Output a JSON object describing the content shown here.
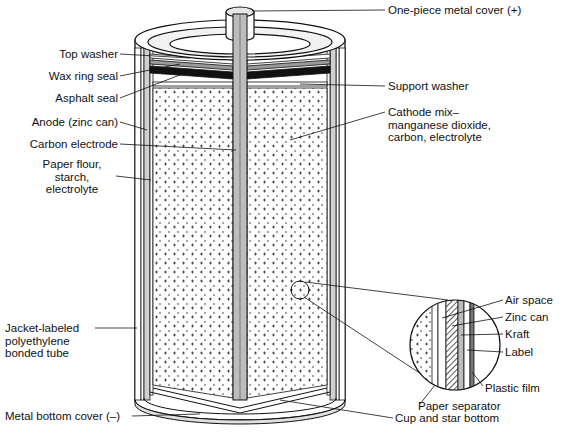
{
  "diagram": {
    "labels": [
      "One-piece metal cover (+)",
      "Top washer",
      "Wax ring seal",
      "Asphalt seal",
      "Anode (zinc can)",
      "Carbon electrode",
      "Paper flour, starch, electrolyte",
      "Jacket-labeled polyethylene bonded tube",
      "Metal bottom cover (–)",
      "Support washer",
      "Cathode mix– manganese dioxide, carbon, electrolyte",
      "Air space",
      "Zinc can",
      "Kraft",
      "Label",
      "Plastic film",
      "Paper separator",
      "Cup and star bottom"
    ]
  }
}
